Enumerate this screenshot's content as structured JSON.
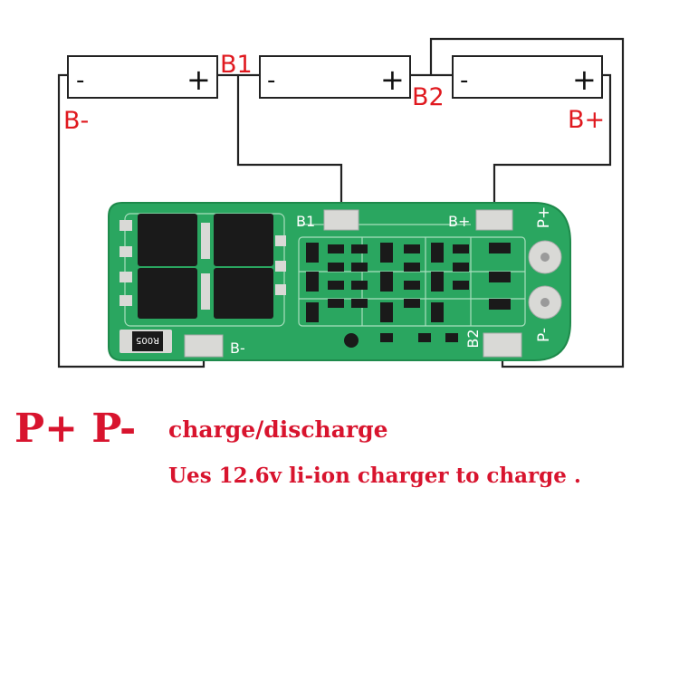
{
  "batteries": [
    {
      "minus": "-",
      "plus": "+"
    },
    {
      "minus": "-",
      "plus": "+"
    },
    {
      "minus": "-",
      "plus": "+"
    }
  ],
  "node_labels": {
    "b_minus": "B-",
    "b1": "B1",
    "b2": "B2",
    "b_plus": "B+"
  },
  "board_labels": {
    "b1": "B1",
    "b_plus": "B+",
    "p_plus": "P+",
    "b_minus": "B-",
    "b2": "B2",
    "p_minus": "P-",
    "resistor": "R005"
  },
  "caption": {
    "pp": "P+ P-",
    "charge_discharge": "charge/discharge",
    "usage": "Ues 12.6v li-ion charger to charge ."
  },
  "colors": {
    "label_red": "#e0191f",
    "caption_red": "#d8142e",
    "board_green": "#2aa660",
    "wire": "#222222",
    "pad": "#d9d9d6"
  }
}
